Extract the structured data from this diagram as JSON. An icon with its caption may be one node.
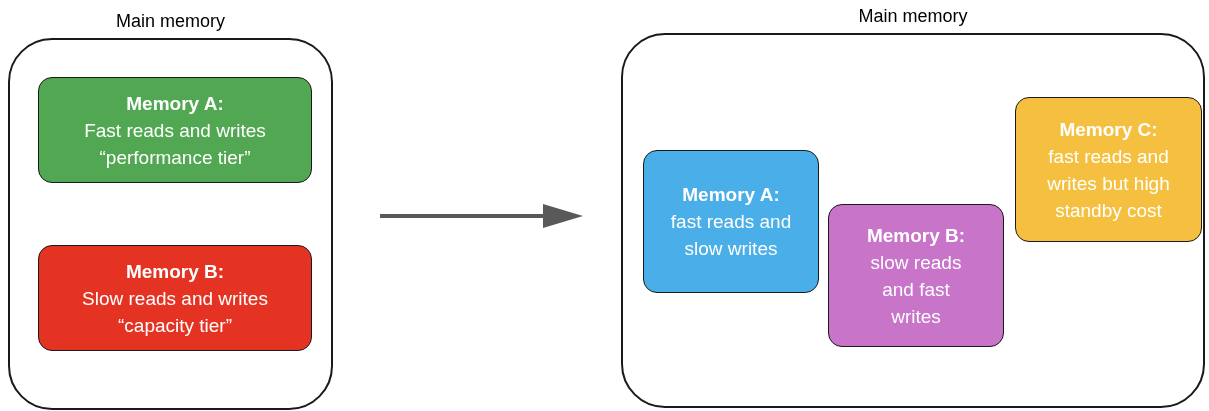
{
  "diagram": {
    "nodes": [
      {
        "text": [
          "Main memory"
        ]
      },
      {
        "text": [
          "Memory A:",
          "Fast reads and writes",
          "“performance tier”"
        ],
        "in": 0
      },
      {
        "text": [
          "Memory B:",
          "Slow reads and writes",
          "“capacity tier”"
        ],
        "in": 0
      },
      {
        "text": [
          "Main memory"
        ]
      },
      {
        "text": [
          "Memory A:",
          "fast reads and slow writes"
        ],
        "in": 3
      },
      {
        "text": [
          "Memory B:",
          "slow reads and fast writes"
        ],
        "in": 3
      },
      {
        "text": [
          "Memory C:",
          "fast reads and writes but high standby cost"
        ],
        "in": 3
      }
    ],
    "edges": [
      {
        "from": 0,
        "to": 3,
        "arrow": "to"
      }
    ]
  }
}
